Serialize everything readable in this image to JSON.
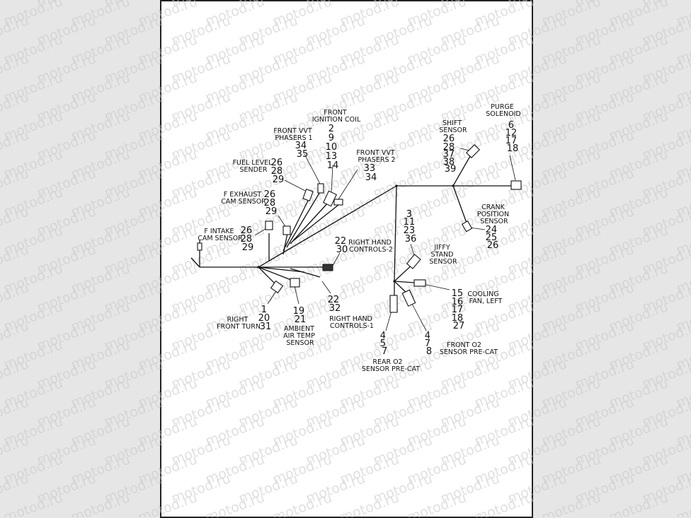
{
  "watermark": "motod.ru",
  "components": {
    "front_ignition_coil": {
      "label": [
        "FRONT",
        "IGNITION COIL"
      ],
      "pins": [
        "2",
        "9",
        "10",
        "13",
        "14"
      ]
    },
    "front_vvt_phasers_1": {
      "label": [
        "FRONT VVT",
        "PHASERS 1"
      ],
      "pins": [
        "34",
        "35"
      ]
    },
    "front_vvt_phasers_2": {
      "label": [
        "FRONT VVT",
        "PHASERS 2"
      ],
      "pins": [
        "33",
        "34"
      ]
    },
    "fuel_level_sender": {
      "label": [
        "FUEL LEVEL",
        "SENDER"
      ],
      "pins": [
        "26",
        "28",
        "29"
      ]
    },
    "f_exhaust_cam_sensor": {
      "label": [
        "F EXHAUST",
        "CAM SENSOR"
      ],
      "pins": [
        "26",
        "28",
        "29"
      ]
    },
    "f_intake_cam_sensor": {
      "label": [
        "F INTAKE",
        "CAM SENSOR"
      ],
      "pins": [
        "26",
        "28",
        "29"
      ]
    },
    "right_hand_controls_2": {
      "label": [
        "RIGHT HAND",
        "CONTROLS-2"
      ],
      "pins": [
        "22",
        "30"
      ]
    },
    "right_hand_controls_1": {
      "label": [
        "RIGHT HAND",
        "CONTROLS-1"
      ],
      "pins": [
        "22",
        "32"
      ]
    },
    "right_front_turn": {
      "label": [
        "RIGHT",
        "FRONT TURN"
      ],
      "pins": [
        "1",
        "20",
        "31"
      ]
    },
    "ambient_air_temp_sensor": {
      "label": [
        "AMBIENT",
        "AIR TEMP",
        "SENSOR"
      ],
      "pins": [
        "19",
        "21"
      ]
    },
    "shift_sensor": {
      "label": [
        "SHIFT",
        "SENSOR"
      ],
      "pins": [
        "26",
        "28",
        "37",
        "38",
        "39"
      ]
    },
    "purge_solenoid": {
      "label": [
        "PURGE",
        "SOLENOID"
      ],
      "pins": [
        "6",
        "12",
        "17",
        "18"
      ]
    },
    "crank_position_sensor": {
      "label": [
        "CRANK",
        "POSITION",
        "SENSOR"
      ],
      "pins": [
        "24",
        "25",
        "26"
      ]
    },
    "jiffy_stand_sensor": {
      "label": [
        "JIFFY",
        "STAND",
        "SENSOR"
      ],
      "pins": [
        "3",
        "11",
        "23",
        "36"
      ]
    },
    "cooling_fan_left": {
      "label": [
        "COOLING",
        "FAN, LEFT"
      ],
      "pins": [
        "15",
        "16",
        "17",
        "18",
        "27"
      ]
    },
    "rear_o2_sensor": {
      "label": [
        "REAR O2",
        "SENSOR PRE-CAT"
      ],
      "pins": [
        "4",
        "5",
        "7"
      ]
    },
    "front_o2_sensor": {
      "label": [
        "FRONT O2",
        "SENSOR PRE-CAT"
      ],
      "pins": [
        "4",
        "7",
        "8"
      ]
    }
  }
}
